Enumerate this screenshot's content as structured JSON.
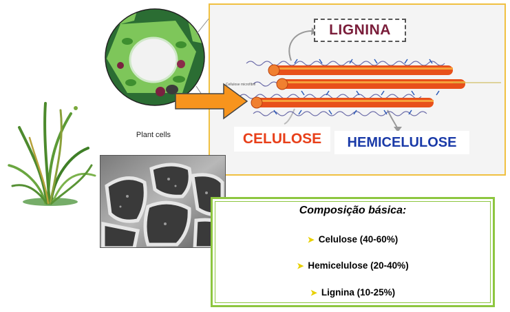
{
  "plant_cells_label": "Plant cells",
  "labels": {
    "lignina": "LIGNINA",
    "celulose": "CELULOSE",
    "hemicelulose": "HEMICELULOSE",
    "cellulose_microfibril": "Cellulose microfibril"
  },
  "composition": {
    "title": "Composição básica:",
    "items": [
      "Celulose (40-60%)",
      "Hemicelulose (20-40%)",
      "Lignina (10-25%)"
    ]
  },
  "colors": {
    "lignina": "#7a1d3a",
    "celulose": "#e8401a",
    "hemicelulose": "#1a3aa8",
    "panel_border": "#f0c040",
    "box_border": "#8dc63f",
    "arrow": "#f7941d"
  }
}
